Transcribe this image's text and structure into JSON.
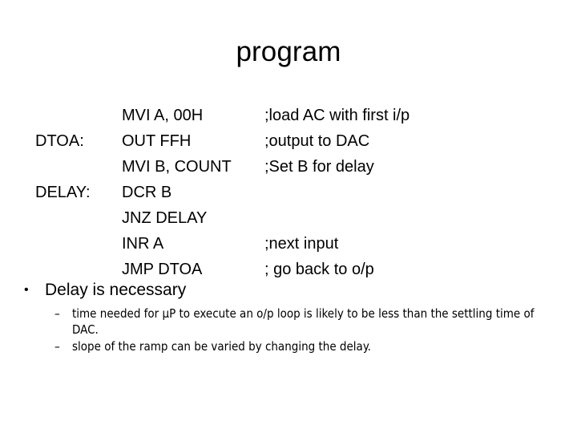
{
  "slide": {
    "title": "program",
    "background_color": "#ffffff",
    "text_color": "#000000"
  },
  "code_listing": {
    "rows": [
      {
        "label": "",
        "mnemonic": "MVI A, 00H",
        "comment": ";load AC with first i/p"
      },
      {
        "label": "DTOA:",
        "mnemonic": "OUT FFH",
        "comment": ";output to DAC"
      },
      {
        "label": "",
        "mnemonic": "MVI B, COUNT",
        "comment": ";Set B for delay"
      },
      {
        "label": "DELAY:",
        "mnemonic": "DCR B",
        "comment": ""
      },
      {
        "label": "",
        "mnemonic": "JNZ DELAY",
        "comment": ""
      },
      {
        "label": "",
        "mnemonic": "INR A",
        "comment": ";next input"
      },
      {
        "label": "",
        "mnemonic": "JMP DTOA",
        "comment": "; go back to o/p"
      }
    ]
  },
  "bullets": {
    "level1": {
      "mark": "•",
      "text": "Delay is necessary"
    },
    "level2": [
      {
        "mark": "–",
        "text": "time needed for µP to execute an o/p loop is likely to be less than the settling time of DAC."
      },
      {
        "mark": "–",
        "text": "slope of the ramp can be varied by changing the delay."
      }
    ]
  }
}
